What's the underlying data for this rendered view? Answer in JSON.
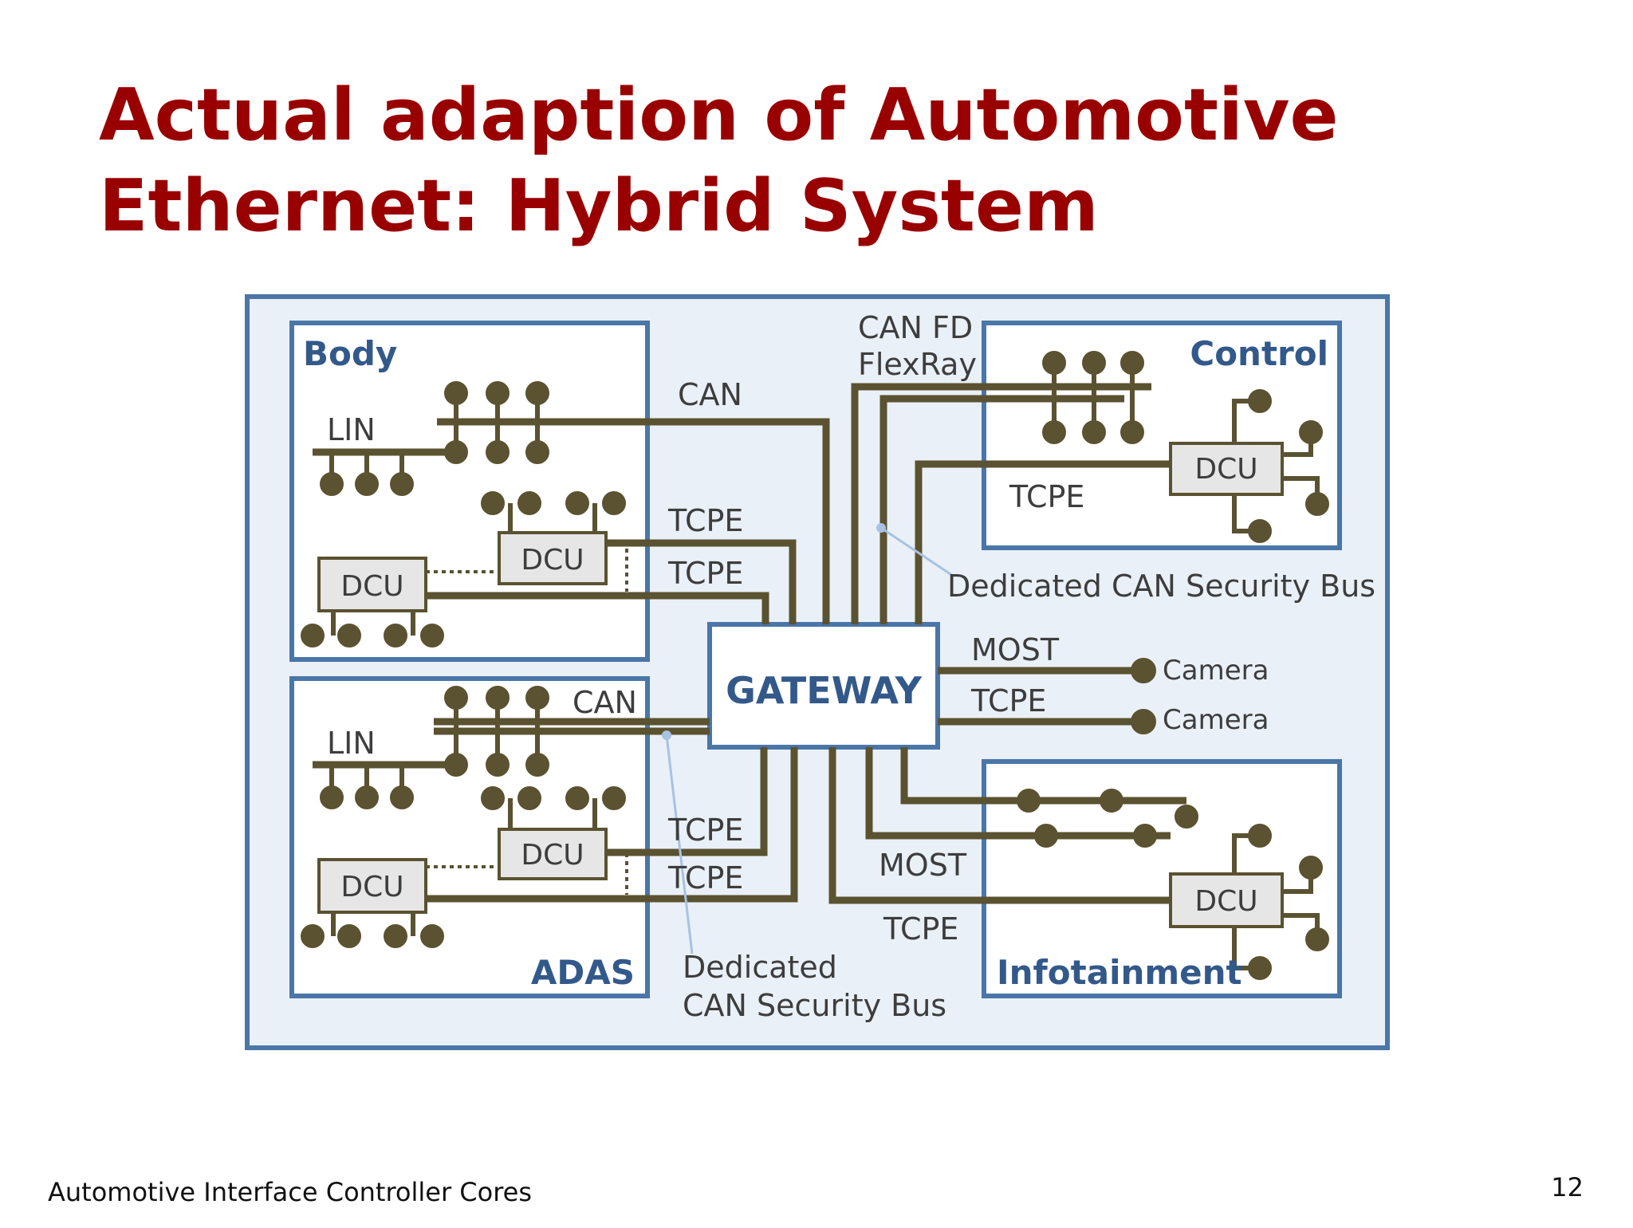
{
  "title": {
    "line1": "Actual adaption of Automotive",
    "line2": "Ethernet: Hybrid System"
  },
  "footer": {
    "text": "Automotive Interface Controller Cores",
    "page_number": "12"
  },
  "diagram": {
    "domains": {
      "body": "Body",
      "control": "Control",
      "adas": "ADAS",
      "infotainment": "Infotainment"
    },
    "gateway": "GATEWAY",
    "labels": {
      "lin_body": "LIN",
      "lin_adas": "LIN",
      "dcu": "DCU",
      "can_body": "CAN",
      "can_adas": "CAN",
      "can_fd": "CAN FD",
      "flexray": "FlexRay",
      "tcpe_body_1": "TCPE",
      "tcpe_body_2": "TCPE",
      "tcpe_control": "TCPE",
      "tcpe_adas_1": "TCPE",
      "tcpe_adas_2": "TCPE",
      "most_camera": "MOST",
      "tcpe_camera": "TCPE",
      "most_info": "MOST",
      "tcpe_info": "TCPE",
      "camera_1": "Camera",
      "camera_2": "Camera",
      "security_bus_top": "Dedicated CAN Security Bus",
      "security_bus_bottom_1": "Dedicated",
      "security_bus_bottom_2": "CAN Security Bus"
    },
    "colors": {
      "bus": "#5a5230",
      "frame": "#4a76a8",
      "panel_bg": "#eaf0f8",
      "text": "#3d3d3d",
      "domain_text": "#33598a",
      "security_line": "#a7c2e2"
    }
  }
}
